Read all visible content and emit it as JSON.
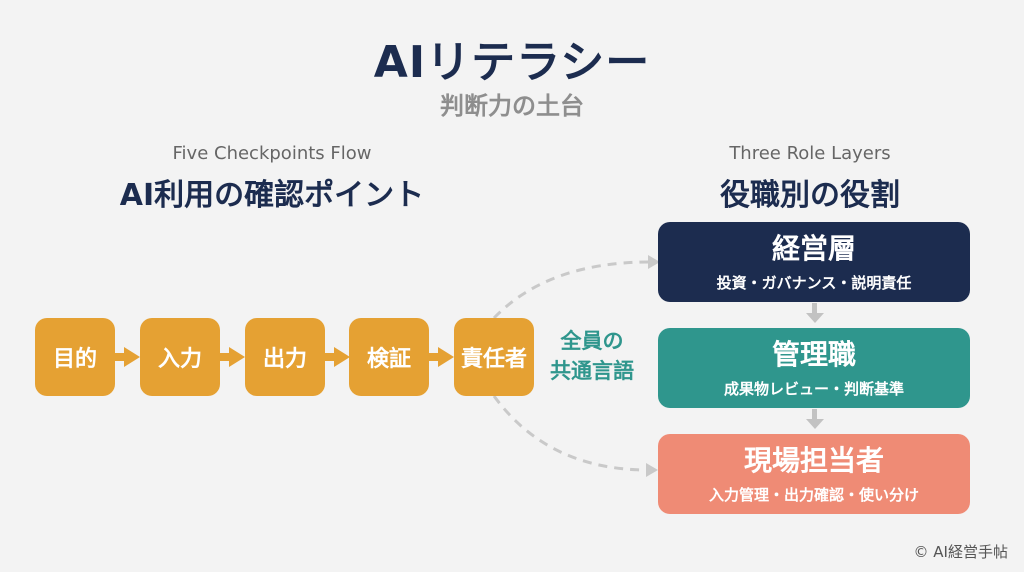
{
  "header": {
    "title": "AIリテラシー",
    "subtitle": "判断力の土台"
  },
  "flow": {
    "label_en": "Five Checkpoints Flow",
    "label_jp": "AI利用の確認ポイント",
    "steps": [
      "目的",
      "入力",
      "出力",
      "検証",
      "責任者"
    ],
    "step_color": "#e5a133"
  },
  "shared_language": {
    "line1": "全員の",
    "line2": "共通言語",
    "color": "#2f968d"
  },
  "roles": {
    "label_en": "Three Role Layers",
    "label_jp": "役職別の役割",
    "items": [
      {
        "title": "経営層",
        "desc": "投資・ガバナンス・説明責任",
        "color": "#1c2c4f"
      },
      {
        "title": "管理職",
        "desc": "成果物レビュー・判断基準",
        "color": "#2f968d"
      },
      {
        "title": "現場担当者",
        "desc": "入力管理・出力確認・使い分け",
        "color": "#ef8b75"
      }
    ]
  },
  "footer": {
    "copyright": "© AI経営手帖"
  }
}
